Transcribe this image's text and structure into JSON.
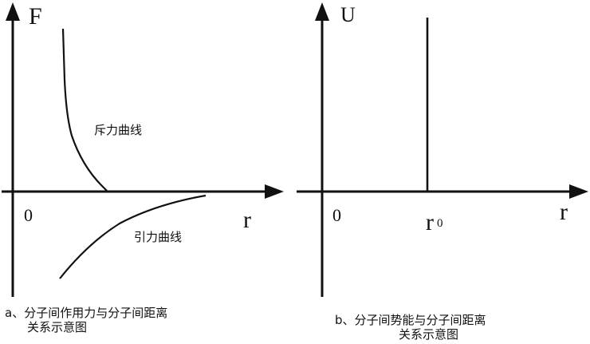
{
  "panel_a": {
    "y_axis_label": "F",
    "x_axis_label": "r",
    "origin_label": "0",
    "repulsive_label": "斥力曲线",
    "attractive_label": "引力曲线",
    "caption_prefix": "a、",
    "caption_line1": "分子间作用力与分子间距离",
    "caption_line2": "关系示意图"
  },
  "panel_b": {
    "y_axis_label": "U",
    "x_axis_label": "r",
    "origin_label": "0",
    "r0_main": "r",
    "r0_sub": "0",
    "caption_prefix": "b、",
    "caption_line1": "分子间势能与分子间距离",
    "caption_line2": "关系示意图"
  },
  "colors": {
    "ink": "#111111",
    "background": "#ffffff"
  }
}
